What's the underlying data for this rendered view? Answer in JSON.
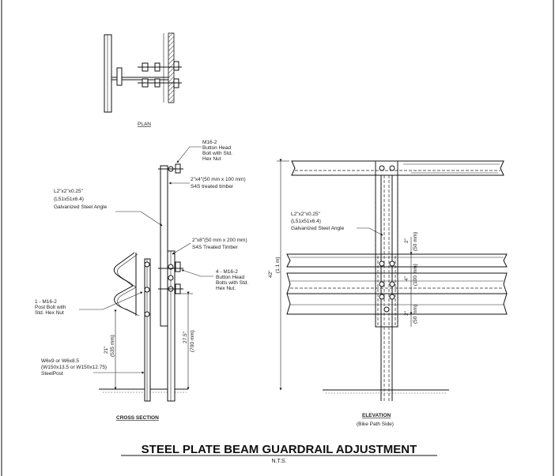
{
  "plan": {
    "label": "PLAN"
  },
  "cross_section": {
    "label": "CROSS SECTION",
    "bolt_top": [
      "M16-2",
      "Button Head",
      "Bolt with Std.",
      "Hex Nut"
    ],
    "timber_top": [
      "2\"x4\"(50  mm  x 100  mm)",
      "S4S treated timber"
    ],
    "angle": [
      "L2\"x2\"x0.25\"",
      "(L51x51x6.4)",
      "Galvanized Steel Angle"
    ],
    "timber_bottom": [
      "2\"x8\"(50 mm  x 200 mm)",
      "S4S Treated Timber"
    ],
    "bolts_4": [
      "4  - M16-2",
      "Button Head",
      "Bolts with Std.",
      "Hex Nut."
    ],
    "post_bolt": [
      "1 - M16-2",
      "Post Bolt with",
      "Std. Hex Nut"
    ],
    "dim_21": "21\"",
    "dim_535": "(535 mm)",
    "dim_275": "27.5\"",
    "dim_700": "(700 mm)",
    "post": [
      "W6x9 or W6x8.5",
      "(W150x13.5 or W150x12.75)",
      "SteelPost"
    ]
  },
  "elevation": {
    "label": "ELEVATION",
    "sublabel": "(Bike Path Side)",
    "angle": [
      "L2\"x2\"x0.25\"",
      "(L51x51x6.4)",
      "Galvanized Steel Angle"
    ],
    "dim_42": "42\"",
    "dim_11": "(1.1 m)",
    "dim_2a": "2\"",
    "dim_50a": "(50 mm)",
    "dim_4": "4\"",
    "dim_100": "(100 mm)",
    "dim_2b": "2\"",
    "dim_50b": "(50 mm)"
  },
  "title": "STEEL PLATE BEAM GUARDRAIL ADJUSTMENT",
  "subtitle": "N.T.S."
}
